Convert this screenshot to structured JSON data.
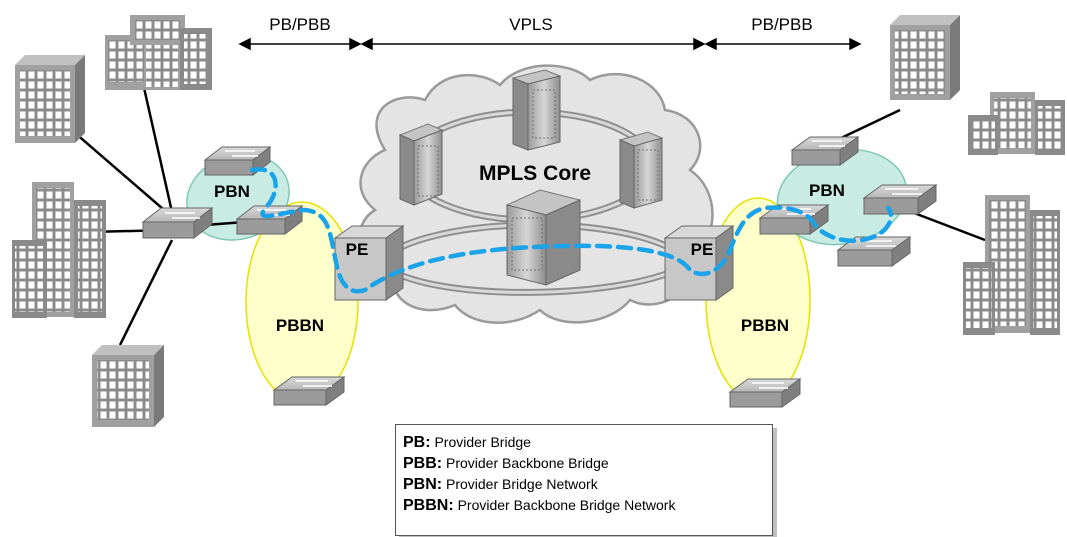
{
  "spans": {
    "left": "PB/PBB",
    "center": "VPLS",
    "right": "PB/PBB"
  },
  "core_label": "MPLS Core",
  "pe_left": "PE",
  "pe_right": "PE",
  "pbn_left": "PBN",
  "pbn_right": "PBN",
  "pbbn_left": "PBBN",
  "pbbn_right": "PBBN",
  "legend": [
    {
      "term": "PB",
      "desc": "Provider Bridge"
    },
    {
      "term": "PBB",
      "desc": "Provider Backbone Bridge"
    },
    {
      "term": "PBN",
      "desc": "Provider Bridge Network"
    },
    {
      "term": "PBBN",
      "desc": "Provider Backbone Bridge Network"
    }
  ],
  "colors": {
    "pbn_fill": "#c8ebe3",
    "pbbn_fill": "#ffffcc",
    "pbbn_stroke": "#e6e200",
    "path_color": "#1aa3e8",
    "cloud_fill": "#e4e4e4",
    "device_gray": "#a9a9a9"
  }
}
